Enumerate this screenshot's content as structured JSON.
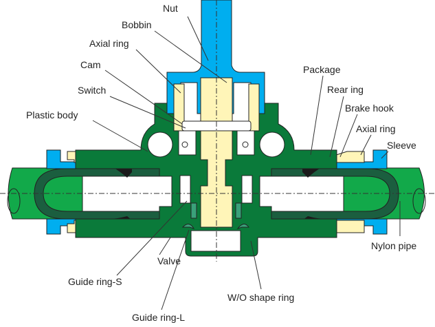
{
  "colors": {
    "body": "#0a7a3a",
    "pipe": "#12a94a",
    "tube": "#1b5e3f",
    "nut": "#00aeef",
    "bobbin": "#fff5b8",
    "package": "#1a1a1a"
  },
  "labels": {
    "nut": "Nut",
    "bobbin": "Bobbin",
    "axial_ring_left": "Axial ring",
    "cam": "Cam",
    "switch": "Switch",
    "plastic_body": "Plastic body",
    "package": "Package",
    "rear_ing": "Rear ing",
    "brake_hook": "Brake hook",
    "axial_ring_right": "Axial ring",
    "sleeve": "Sleeve",
    "nylon_pipe": "Nylon pipe",
    "valve": "Valve",
    "guide_ring_s": "Guide ring-S",
    "guide_ring_l": "Guide ring-L",
    "wo_shape_ring": "W/O shape ring"
  }
}
